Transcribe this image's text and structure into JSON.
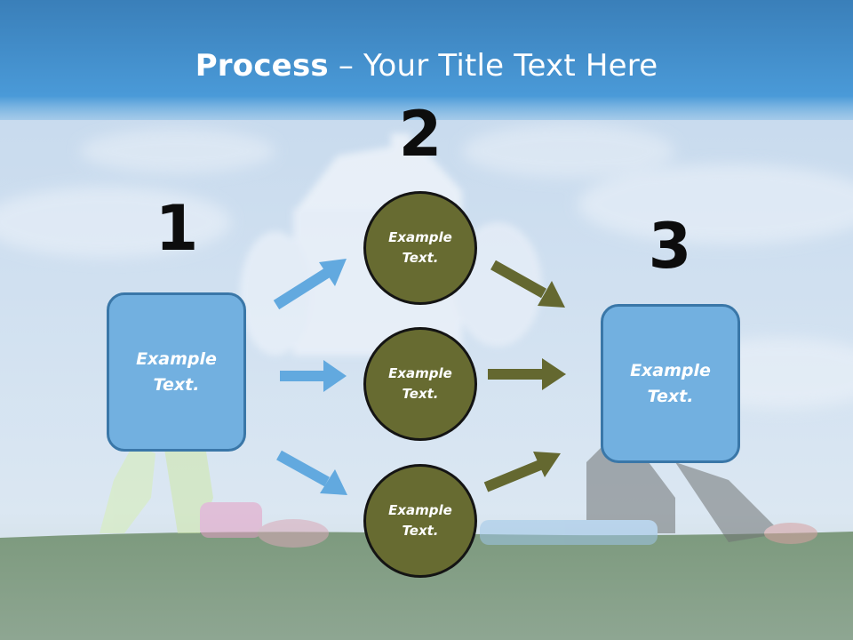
{
  "title": {
    "bold": "Process",
    "rest": " – Your Title Text Here"
  },
  "steps": [
    {
      "number": "1",
      "text_line1": "Example",
      "text_line2": "Text."
    },
    {
      "number": "2"
    },
    {
      "number": "3",
      "text_line1": "Example",
      "text_line2": "Text."
    }
  ],
  "circles": [
    {
      "text_line1": "Example",
      "text_line2": "Text."
    },
    {
      "text_line1": "Example",
      "text_line2": "Text."
    },
    {
      "text_line1": "Example",
      "text_line2": "Text."
    }
  ],
  "colors": {
    "title_bar": "#3f8dcc",
    "box_fill": "#72b0e0",
    "box_border": "#3a77a8",
    "circle_fill": "#676b31",
    "arrow_blue": "#62a9df",
    "arrow_olive": "#646830"
  }
}
